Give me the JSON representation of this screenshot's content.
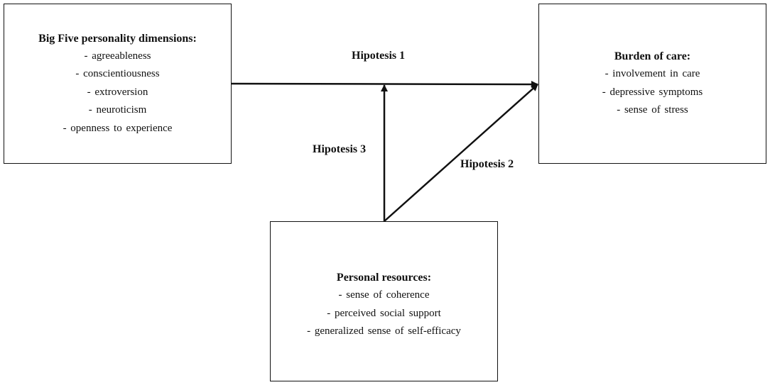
{
  "big_five": {
    "title": "Big Five personality dimensions:",
    "items": [
      "- agreeableness",
      "- conscientiousness",
      "- extroversion",
      "- neuroticism",
      "- openness to experience"
    ]
  },
  "burden": {
    "title": "Burden of care:",
    "items": [
      "- involvement in care",
      "- depressive symptoms",
      "- sense of stress"
    ]
  },
  "resources": {
    "title": "Personal resources:",
    "items": [
      "- sense of coherence",
      "- perceived social support",
      "- generalized sense of self-efficacy"
    ]
  },
  "hypotheses": {
    "h1": "Hipotesis 1",
    "h2": "Hipotesis 2",
    "h3": "Hipotesis 3"
  }
}
